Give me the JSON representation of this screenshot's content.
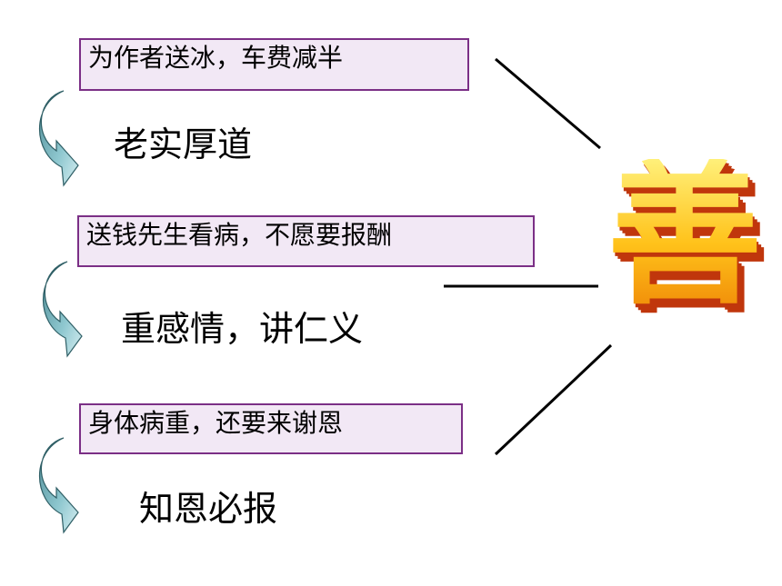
{
  "center": {
    "char": "善"
  },
  "items": [
    {
      "box": "为作者送冰，车费减半",
      "trait": "老实厚道"
    },
    {
      "box": "送钱先生看病，不愿要报酬",
      "trait": "重感情，讲仁义"
    },
    {
      "box": "身体病重，还要来谢恩",
      "trait": "知恩必报"
    }
  ],
  "colors": {
    "box_border": "#7b2f86",
    "box_fill": "#f2e8f5",
    "arrow_fill": "#6fa8b0",
    "glyph_front": "#ffc21a",
    "glyph_side": "#c0360c"
  },
  "arrow_icon": "curved-down-right-arrow"
}
